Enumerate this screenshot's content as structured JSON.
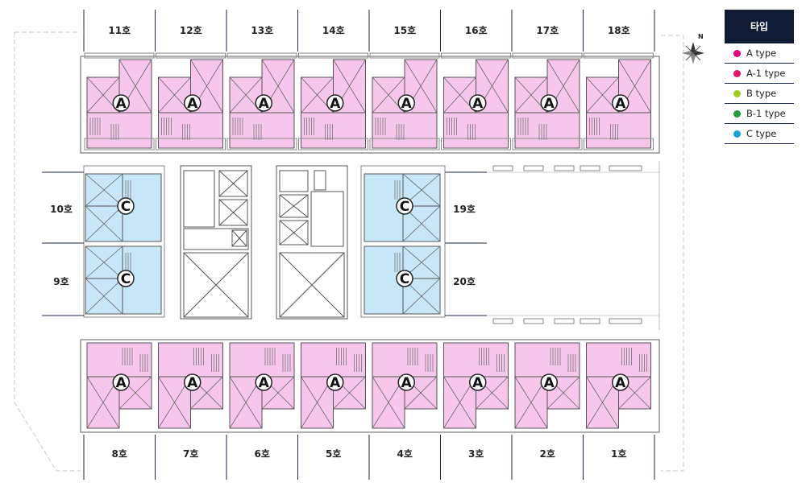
{
  "legend": {
    "title": "타입",
    "items": [
      {
        "label": "A type",
        "color": "#e6007e"
      },
      {
        "label": "A-1 type",
        "color": "#e40f6a"
      },
      {
        "label": "B type",
        "color": "#9ccc1a"
      },
      {
        "label": "B-1 type",
        "color": "#1f9e3a"
      },
      {
        "label": "C type",
        "color": "#13a3dc"
      }
    ]
  },
  "north": "N",
  "unit_colors": {
    "A": "#f7c6ec",
    "C": "#c7e7f8"
  },
  "units": {
    "top": [
      {
        "label": "11호",
        "type": "A"
      },
      {
        "label": "12호",
        "type": "A"
      },
      {
        "label": "13호",
        "type": "A"
      },
      {
        "label": "14호",
        "type": "A"
      },
      {
        "label": "15호",
        "type": "A"
      },
      {
        "label": "16호",
        "type": "A"
      },
      {
        "label": "17호",
        "type": "A"
      },
      {
        "label": "18호",
        "type": "A"
      }
    ],
    "bottom": [
      {
        "label": "8호",
        "type": "A"
      },
      {
        "label": "7호",
        "type": "A"
      },
      {
        "label": "6호",
        "type": "A"
      },
      {
        "label": "5호",
        "type": "A"
      },
      {
        "label": "4호",
        "type": "A"
      },
      {
        "label": "3호",
        "type": "A"
      },
      {
        "label": "2호",
        "type": "A"
      },
      {
        "label": "1호",
        "type": "A"
      }
    ],
    "left": [
      {
        "label": "10호",
        "type": "C"
      },
      {
        "label": "9호",
        "type": "C"
      }
    ],
    "right": [
      {
        "label": "19호",
        "type": "C"
      },
      {
        "label": "20호",
        "type": "C"
      }
    ]
  }
}
